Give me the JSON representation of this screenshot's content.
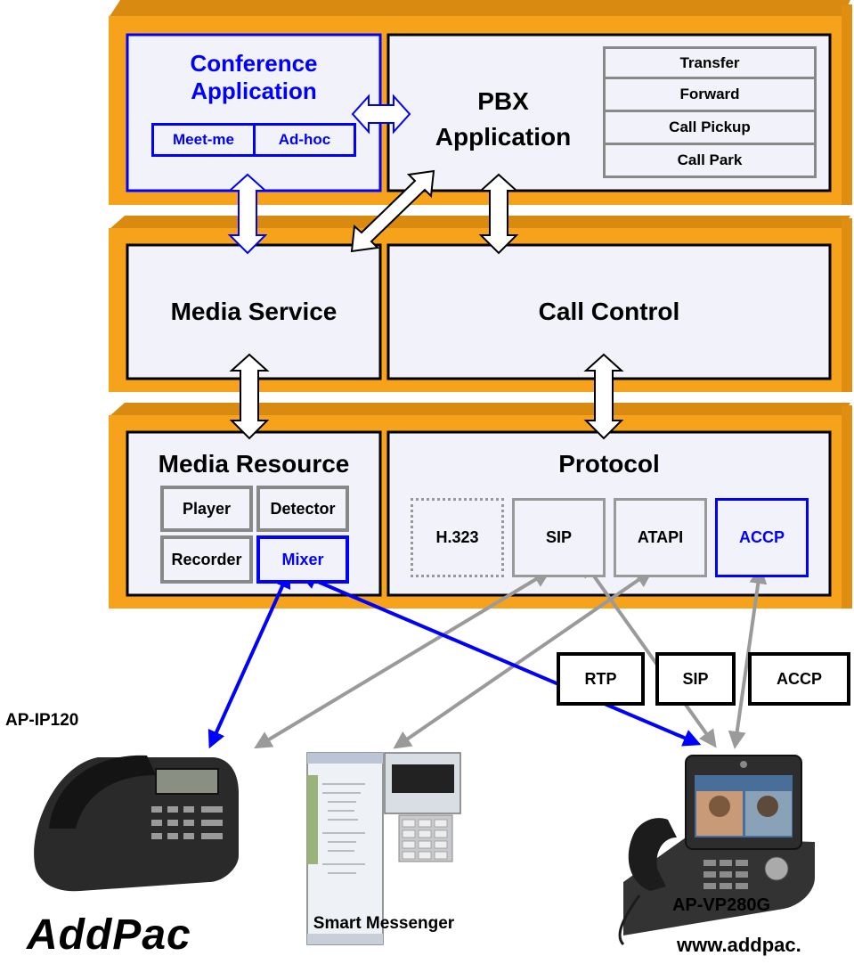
{
  "layers": {
    "application": {
      "conference": {
        "title_line1": "Conference",
        "title_line2": "Application",
        "sub1": "Meet-me",
        "sub2": "Ad-hoc"
      },
      "pbx": {
        "title_line1": "PBX",
        "title_line2": "Application",
        "features": [
          "Transfer",
          "Forward",
          "Call Pickup",
          "Call Park"
        ]
      }
    },
    "service": {
      "media_service": "Media Service",
      "call_control": "Call Control"
    },
    "resource": {
      "media_resource": {
        "title": "Media Resource",
        "items": [
          "Player",
          "Detector",
          "Recorder",
          "Mixer"
        ]
      },
      "protocol": {
        "title": "Protocol",
        "items": [
          "H.323",
          "SIP",
          "ATAPI",
          "ACCP"
        ]
      }
    }
  },
  "legend_labels": [
    "RTP",
    "SIP",
    "ACCP"
  ],
  "devices": {
    "phone": "AP-IP120",
    "messenger": "Smart Messenger",
    "videophone": "AP-VP280G"
  },
  "branding": {
    "logo": "AddPac",
    "url": "www.addpac."
  },
  "colors": {
    "orange": "#f7a21b",
    "blue": "#0000ff",
    "gray": "#999999",
    "panel": "#f2f2fa"
  }
}
